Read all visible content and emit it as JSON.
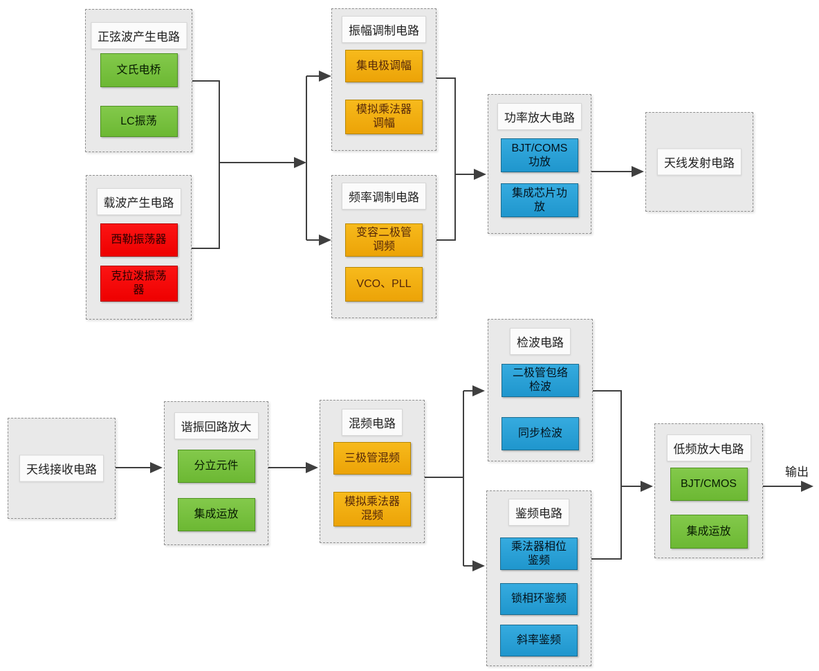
{
  "groups": {
    "sine_wave": {
      "title": "正弦波产生电路",
      "items": [
        "文氏电桥",
        "LC振荡"
      ]
    },
    "carrier": {
      "title": "载波产生电路",
      "items": [
        "西勒振荡器",
        "克拉泼振荡\n器"
      ]
    },
    "am_mod": {
      "title": "振幅调制电路",
      "items": [
        "集电极调幅",
        "模拟乘法器\n调幅"
      ]
    },
    "fm_mod": {
      "title": "频率调制电路",
      "items": [
        "变容二极管\n调频",
        "VCO、PLL"
      ]
    },
    "power_amp": {
      "title": "功率放大电路",
      "items": [
        "BJT/COMS\n功放",
        "集成芯片功\n放"
      ]
    },
    "tx_antenna": {
      "title": "天线发射电路",
      "items": []
    },
    "rx_antenna": {
      "title": "天线接收电路",
      "items": []
    },
    "resonant_amp": {
      "title": "谐振回路放大",
      "items": [
        "分立元件",
        "集成运放"
      ]
    },
    "mixer": {
      "title": "混频电路",
      "items": [
        "三极管混频",
        "模拟乘法器\n混频"
      ]
    },
    "detector": {
      "title": "检波电路",
      "items": [
        "二极管包络\n检波",
        "同步检波"
      ]
    },
    "discriminator": {
      "title": "鉴频电路",
      "items": [
        "乘法器相位\n鉴频",
        "锁相环鉴频",
        "斜率鉴频"
      ]
    },
    "lf_amp": {
      "title": "低频放大电路",
      "items": [
        "BJT/CMOS",
        "集成运放"
      ]
    }
  },
  "labels": {
    "output": "输出"
  },
  "colors": {
    "green": "#76c043",
    "orange": "#f0ad0e",
    "red": "#f40000",
    "blue": "#27a2d8",
    "group_bg": "#e9e9e9",
    "title_bg": "#fbfbfb",
    "connector": "#3f3f3f"
  }
}
